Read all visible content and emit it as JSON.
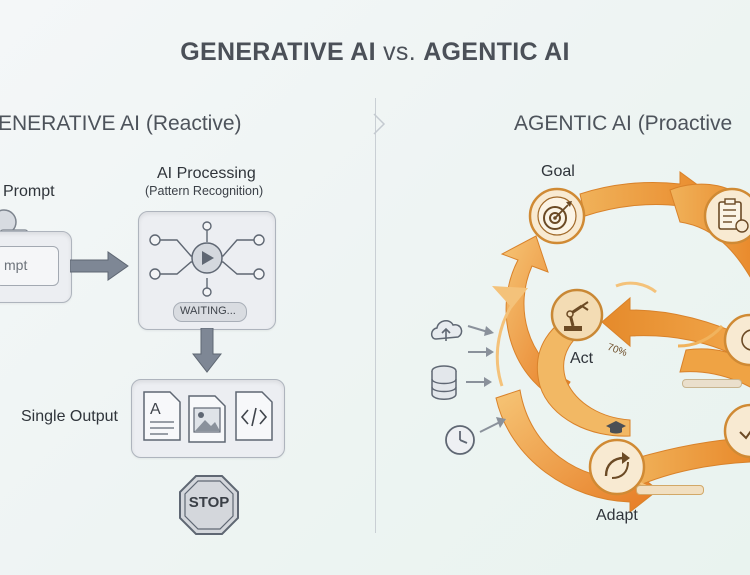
{
  "title": {
    "left": "GENERATIVE AI",
    "vs": "vs.",
    "right": "AGENTIC AI"
  },
  "generative": {
    "heading": "ENERATIVE AI (Reactive)",
    "prompt_label": "Prompt",
    "prompt_field": "mpt",
    "processing_label": "AI Processing",
    "processing_sub": "(Pattern Recognition)",
    "waiting": "WAITING...",
    "output_label": "Single Output",
    "stop": "STOP",
    "output_icons": [
      "text-document-icon",
      "image-document-icon",
      "code-document-icon"
    ]
  },
  "agentic": {
    "heading": "AGENTIC AI (Proactive",
    "goal": "Goal",
    "act": "Act",
    "adapt": "Adapt",
    "progress": "70%",
    "input_icons": [
      "cloud-upload-icon",
      "database-icon",
      "clock-icon"
    ]
  },
  "colors": {
    "accent_orange": "#e8872a",
    "light_orange": "#f3b55a",
    "arrow_gray": "#8a919b"
  }
}
